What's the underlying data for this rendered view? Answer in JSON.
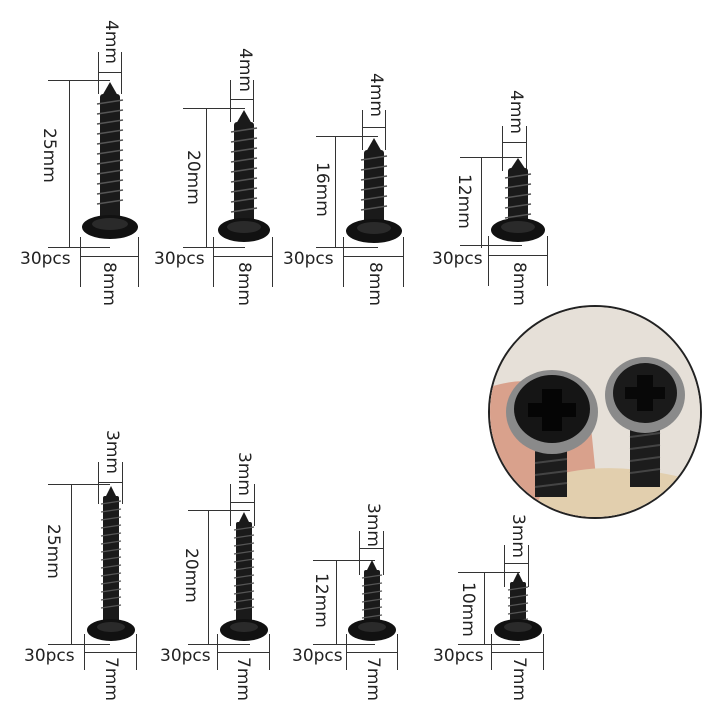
{
  "product": {
    "type": "self-tapping screw assortment",
    "finish_color": "#1a1a1a",
    "background_color": "#ffffff"
  },
  "screws": [
    {
      "thread_diameter": "4mm",
      "length": "25mm",
      "head_diameter": "8mm",
      "quantity": "30pcs"
    },
    {
      "thread_diameter": "4mm",
      "length": "20mm",
      "head_diameter": "8mm",
      "quantity": "30pcs"
    },
    {
      "thread_diameter": "4mm",
      "length": "16mm",
      "head_diameter": "8mm",
      "quantity": "30pcs"
    },
    {
      "thread_diameter": "4mm",
      "length": "12mm",
      "head_diameter": "8mm",
      "quantity": "30pcs"
    },
    {
      "thread_diameter": "3mm",
      "length": "25mm",
      "head_diameter": "7mm",
      "quantity": "30pcs"
    },
    {
      "thread_diameter": "3mm",
      "length": "20mm",
      "head_diameter": "7mm",
      "quantity": "30pcs"
    },
    {
      "thread_diameter": "3mm",
      "length": "12mm",
      "head_diameter": "7mm",
      "quantity": "30pcs"
    },
    {
      "thread_diameter": "3mm",
      "length": "10mm",
      "head_diameter": "7mm",
      "quantity": "30pcs"
    }
  ],
  "inset": {
    "description": "close-up of two black phillips washer-head screws held between fingers",
    "head_type": "phillips washer head"
  }
}
